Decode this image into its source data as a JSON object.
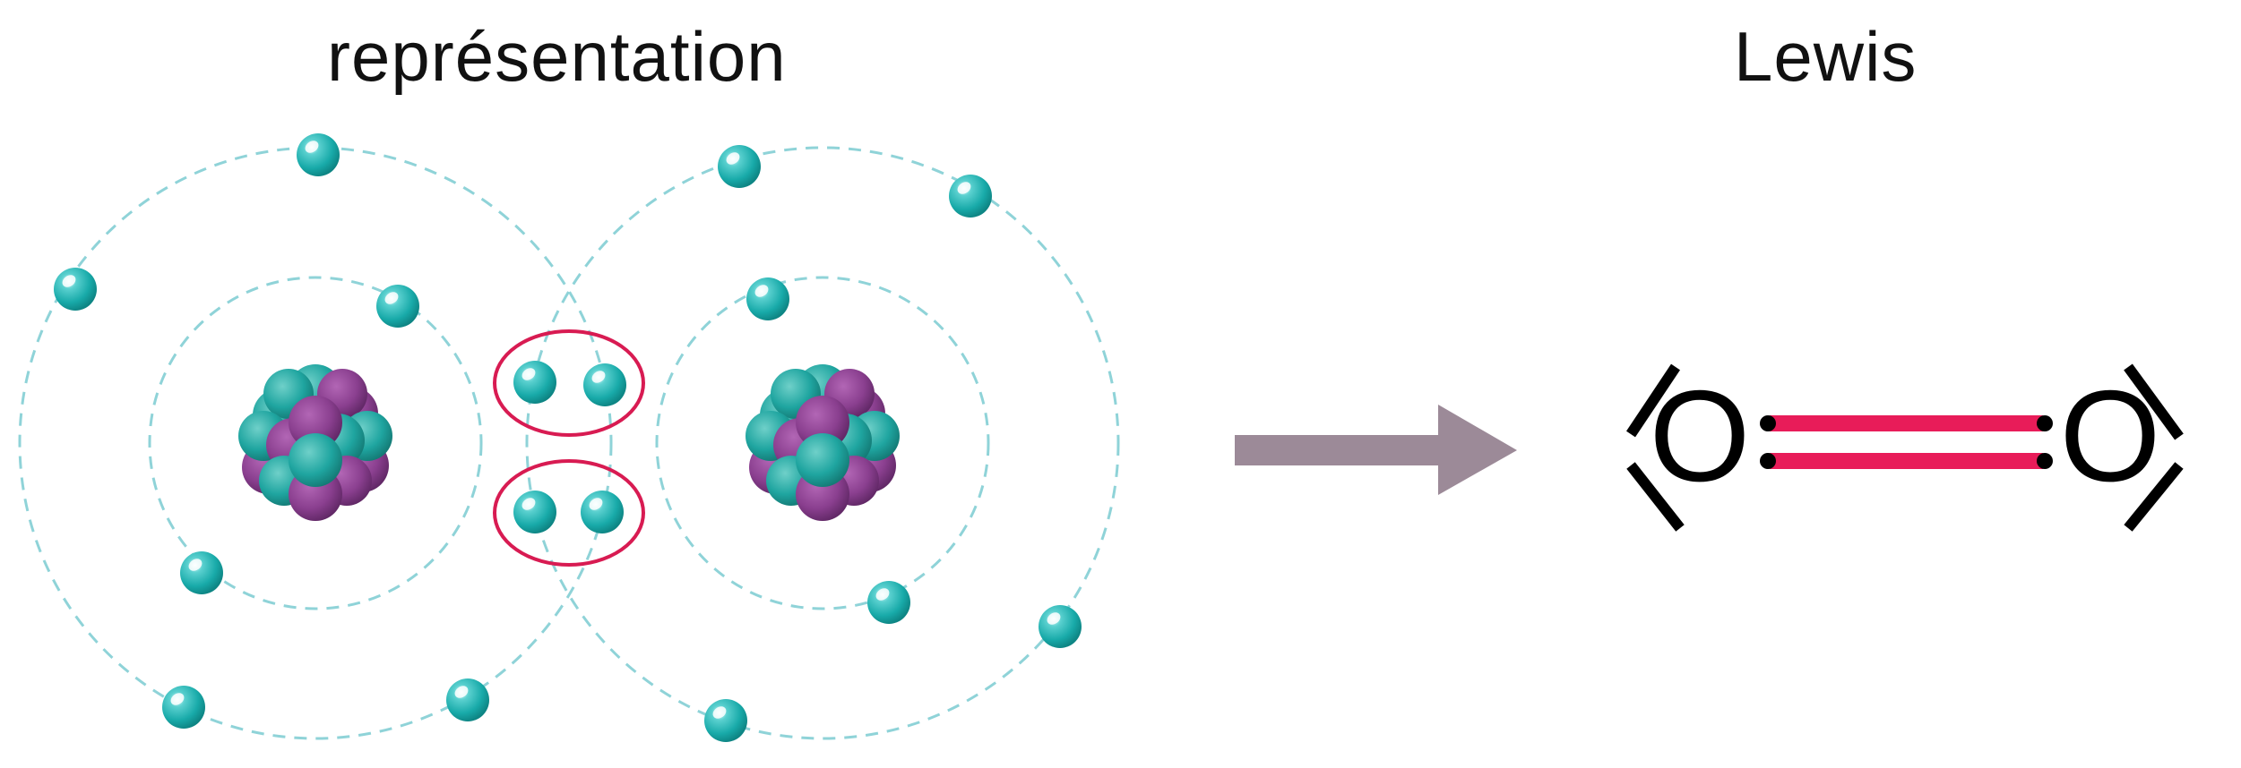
{
  "captions": {
    "left": "représentation",
    "right": "Lewis"
  },
  "molecule": {
    "atoms": [
      "O",
      "O"
    ],
    "bond": "double",
    "shared_electron_pairs": 2
  },
  "lewis": {
    "atom_left": "O",
    "atom_right": "O"
  },
  "colors": {
    "electron": "#1fb5b5",
    "proton": "#8a3f8f",
    "neutron": "#1fa5a0",
    "orbit": "#8fd3d8",
    "pair_highlight": "#d81b52",
    "bond": "#e81c59",
    "arrow": "#9c8a98",
    "text": "#111111"
  }
}
